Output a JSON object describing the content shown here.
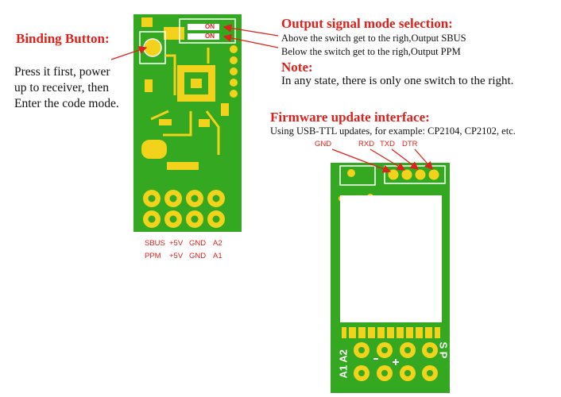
{
  "binding": {
    "title": "Binding Button:",
    "desc_lines": [
      "Press it first, power",
      "up to receiver, then",
      "Enter the code mode."
    ]
  },
  "output": {
    "title": "Output signal mode selection:",
    "line1": "Above the switch get to the righ,Output SBUS",
    "line2": "Below the switch get to the righ,Output PPM",
    "note_title": "Note:",
    "note_text": "In any state, there is only one switch to the right."
  },
  "firmware": {
    "title": "Firmware update interface:",
    "desc": "Using USB-TTL updates, for example: CP2104, CP2102, etc.",
    "pins": [
      "GND",
      "RXD",
      "TXD",
      "DTR"
    ]
  },
  "pin_rows": {
    "row1": [
      "SBUS",
      "+5V",
      "GND",
      "A2"
    ],
    "row2": [
      "PPM",
      "+5V",
      "GND",
      "A1"
    ]
  },
  "board_switch": {
    "label1": "ON",
    "label2": "ON"
  },
  "board_bottom": {
    "side_left": "A1 A2",
    "side_right": "S P"
  },
  "colors": {
    "pcb": "#34a820",
    "pad": "#f2d21a",
    "accent": "#e0201b"
  }
}
